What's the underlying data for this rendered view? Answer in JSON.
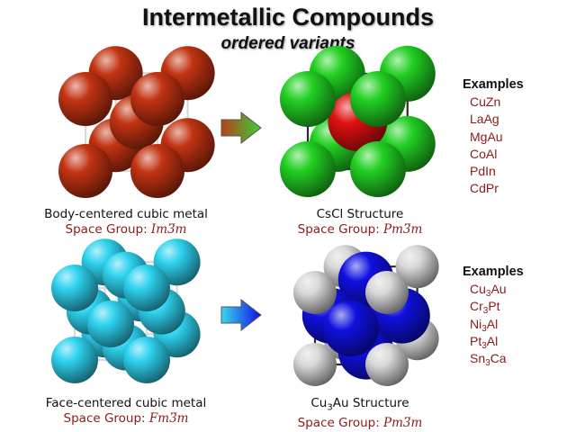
{
  "header": {
    "title": "Intermetallic Compounds",
    "subtitle": "ordered variants"
  },
  "structures": {
    "bcc": {
      "name": "Body-centered cubic metal",
      "sg_label": "Space Group: ",
      "sg_symbol": "Im3̅m",
      "color": "#c23312"
    },
    "cscl": {
      "name": "CsCl Structure",
      "sg_label": "Space Group: ",
      "sg_symbol": "Pm3̅m",
      "corner_color": "#22d022",
      "center_color": "#e01010"
    },
    "fcc": {
      "name": "Face-centered cubic metal",
      "sg_label": "Space Group: ",
      "sg_symbol": "Fm3̅m",
      "color": "#2ed2ef"
    },
    "cu3au": {
      "name_prefix": "Cu",
      "name_sub": "3",
      "name_suffix": "Au Structure",
      "sg_label": "Space Group: ",
      "sg_symbol": "Pm3̅m",
      "corner_color": "#d8d8d8",
      "face_color": "#1010e0"
    }
  },
  "arrows": {
    "top": {
      "from_color": "#b84018",
      "to_color": "#38d038"
    },
    "bottom": {
      "from_color": "#38d8f0",
      "to_color": "#1010e0"
    }
  },
  "examples_top": {
    "heading": "Examples",
    "items": [
      "CuZn",
      "LaAg",
      "MgAu",
      "CoAl",
      "PdIn",
      "CdPr"
    ]
  },
  "examples_bottom": {
    "heading": "Examples",
    "items": [
      {
        "a": "Cu",
        "sub": "3",
        "b": "Au"
      },
      {
        "a": "Cr",
        "sub": "3",
        "b": "Pt"
      },
      {
        "a": "Ni",
        "sub": "3",
        "b": "Al"
      },
      {
        "a": "Pt",
        "sub": "3",
        "b": "Al"
      },
      {
        "a": "Sn",
        "sub": "3",
        "b": "Ca"
      }
    ]
  }
}
